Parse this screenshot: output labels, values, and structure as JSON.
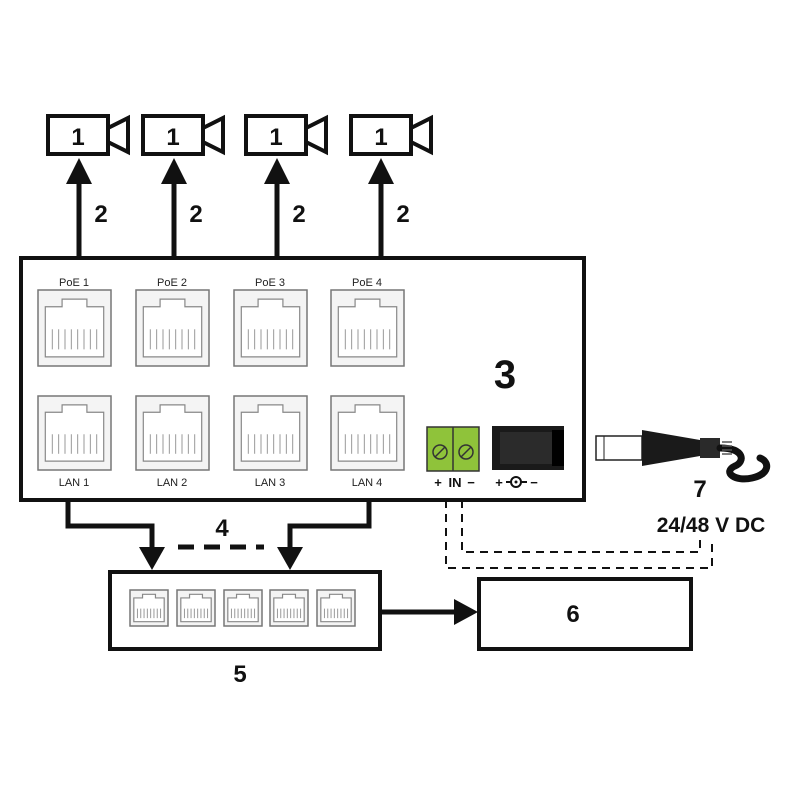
{
  "cameras": [
    {
      "label": "1"
    },
    {
      "label": "1"
    },
    {
      "label": "1"
    },
    {
      "label": "1"
    }
  ],
  "camera_links": [
    "2",
    "2",
    "2",
    "2"
  ],
  "switch_marker": "3",
  "poe_ports": [
    "PoE 1",
    "PoE 2",
    "PoE 3",
    "PoE 4"
  ],
  "lan_ports": [
    "LAN 1",
    "LAN 2",
    "LAN 3",
    "LAN 4"
  ],
  "terminal_label": {
    "plus": "+",
    "in": "IN",
    "minus": "−"
  },
  "dc_jack_label": {
    "plus": "+",
    "minus": "−"
  },
  "uplink_marker": "4",
  "network_switch_marker": "5",
  "recorder_marker": "6",
  "power_supply": {
    "marker": "7",
    "voltage": "24/48 V DC"
  },
  "colors": {
    "terminal_green": "#8fc33a",
    "line": "#111111",
    "port_fill": "#f2f2f2"
  }
}
